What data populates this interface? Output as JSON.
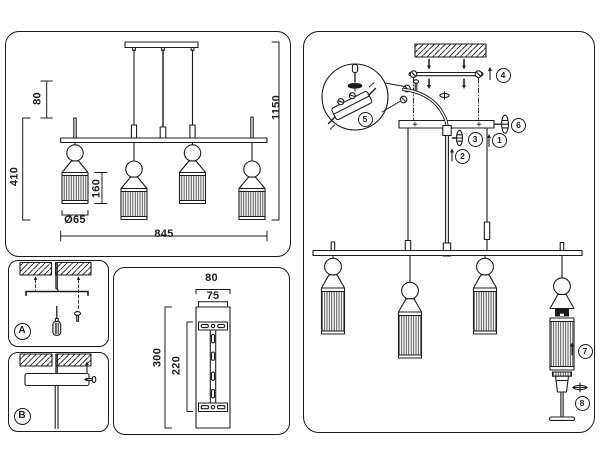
{
  "colors": {
    "line": "#1c1c1c",
    "background": "#ffffff"
  },
  "overview_panel": {
    "dim_width_mm": "845",
    "dim_total_height_mm": "1150",
    "dim_fixture_drop_mm": "410",
    "dim_stem_mm": "80",
    "dim_shade_height_mm": "160",
    "dim_shade_diameter_mm": "Ø65"
  },
  "canopy_plate_panel": {
    "dim_outer_width_mm": "80",
    "dim_inner_width_mm": "75",
    "dim_plate_length_mm": "300",
    "dim_slot_span_mm": "220"
  },
  "assembly_panel": {
    "step_1": "1",
    "step_2": "2",
    "step_3": "3",
    "step_4": "4",
    "step_5": "5",
    "step_6": "6",
    "step_7": "7",
    "step_8": "8"
  },
  "mounting_panels": {
    "panel_a_label": "A",
    "panel_b_label": "B"
  },
  "icons": {
    "screwdriver": "screwdriver-icon",
    "terminal_block": "terminal-block-icon",
    "thumbscrew": "thumbscrew-icon",
    "wing_screw": "wing-screw-icon",
    "arrow_up": "arrow-up-icon",
    "ceiling_hatch": "ceiling-hatch"
  }
}
